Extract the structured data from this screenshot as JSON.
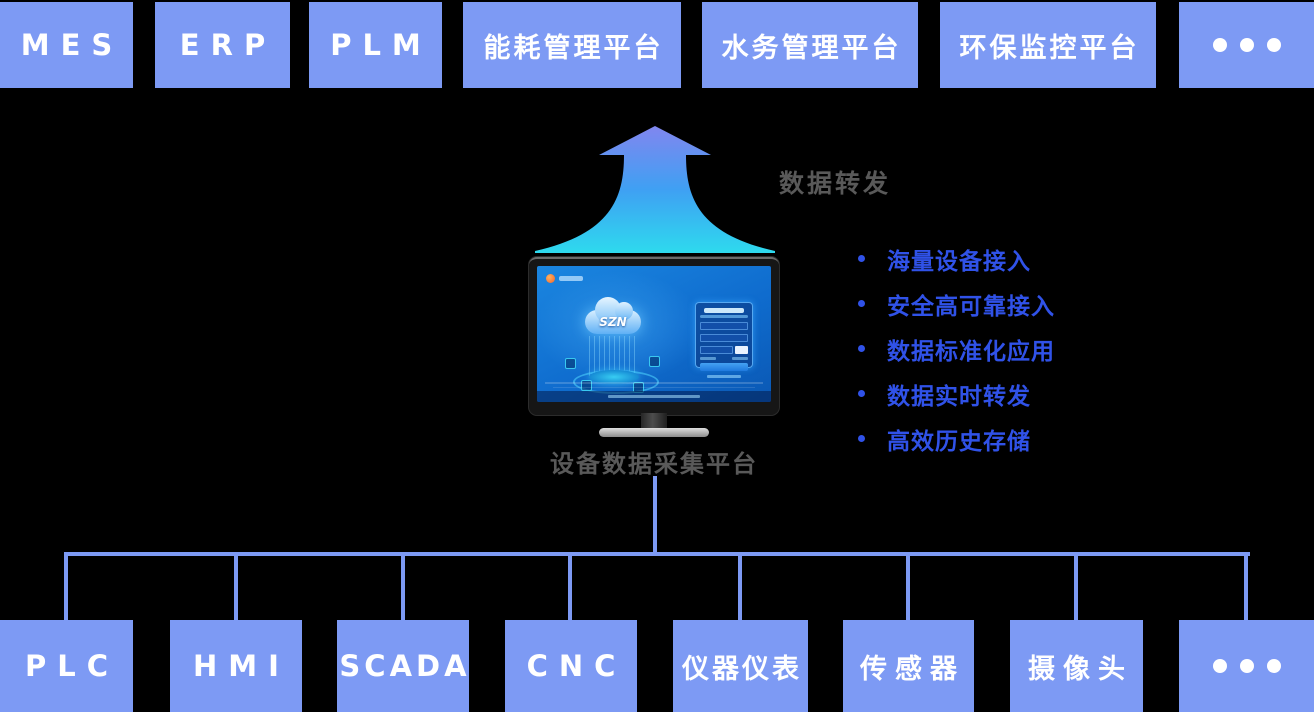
{
  "upstream_systems": [
    {
      "label": "MES"
    },
    {
      "label": "ERP"
    },
    {
      "label": "PLM"
    },
    {
      "label": "能耗管理平台"
    },
    {
      "label": "水务管理平台"
    },
    {
      "label": "环保监控平台"
    }
  ],
  "downstream_devices": [
    {
      "label": "PLC"
    },
    {
      "label": "HMI"
    },
    {
      "label": "SCADA"
    },
    {
      "label": "CNC"
    },
    {
      "label": "仪器仪表"
    },
    {
      "label": "传感器"
    },
    {
      "label": "摄像头"
    }
  ],
  "arrow_label": "数据转发",
  "platform": {
    "caption": "设备数据采集平台",
    "screen_logo_text": "SZN"
  },
  "features": [
    {
      "label": "海量设备接入"
    },
    {
      "label": "安全高可靠接入"
    },
    {
      "label": "数据标准化应用"
    },
    {
      "label": "数据实时转发"
    },
    {
      "label": "高效历史存储"
    }
  ],
  "colors": {
    "box_blue": "#7D9AF4",
    "feature_blue": "#3052E8",
    "label_gray": "#595959",
    "arrow_gradient_top": "#8186EF",
    "arrow_gradient_mid": "#3FA0F3",
    "arrow_gradient_bottom": "#2EDAEE",
    "screen_blue": "#1070D0"
  }
}
